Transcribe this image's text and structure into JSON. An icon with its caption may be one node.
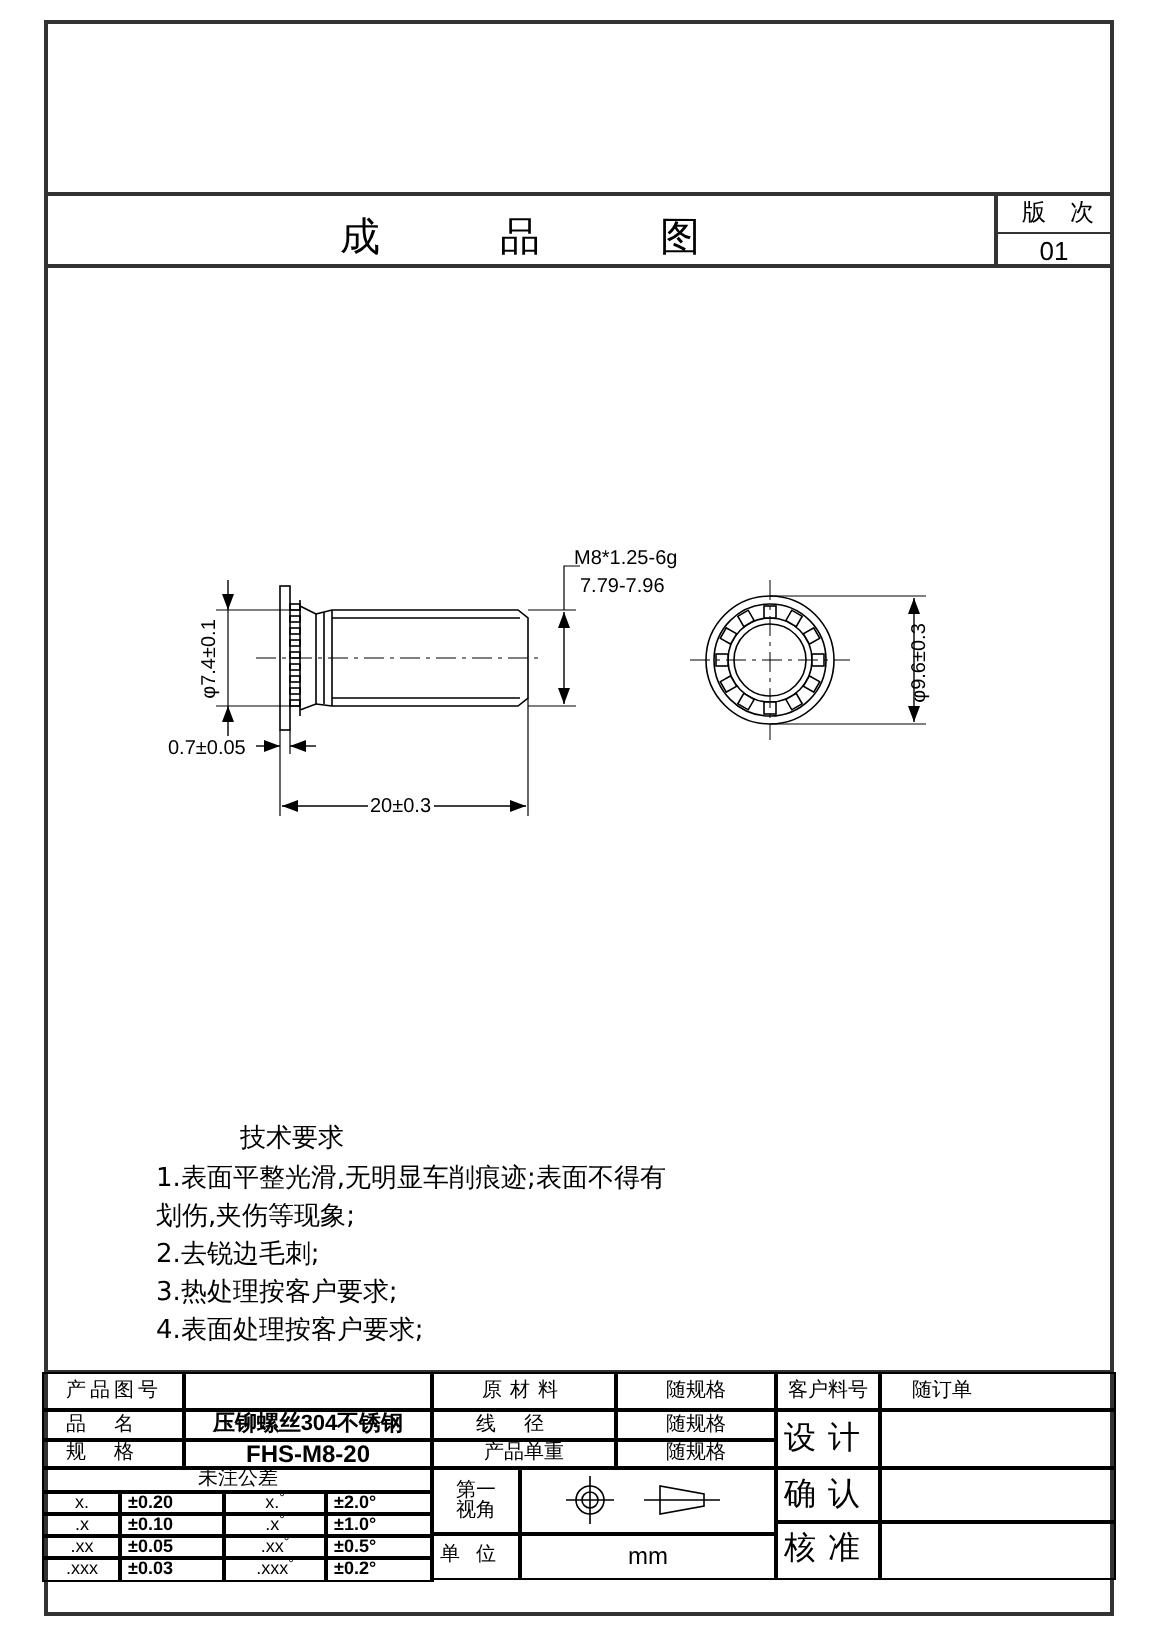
{
  "diagram": {
    "title": "成品图",
    "labels": [
      "版次",
      "01",
      "M8*1.25-6g",
      "7.79-7.96",
      "φ7.4±0.1",
      "φ9.6±0.3",
      "0.7±0.05",
      "20±0.3",
      "技术要求",
      "1.表面平整光滑,无明显车削痕迹;表面不得有划伤,夹伤等现象;",
      "2.去锐边毛刺;",
      "3.热处理按客户要求;",
      "4.表面处理按客户要求;",
      "产品图号",
      "原材料",
      "随规格",
      "客户料号",
      "随订单",
      "品名",
      "压铆螺丝304不锈钢",
      "线径",
      "随规格",
      "设计",
      "规格",
      "FHS-M8-20",
      "产品单重",
      "随规格",
      "未注公差",
      "第一视角",
      "确认",
      "x.",
      "±0.20",
      "x.$^{°}$",
      "±2.0°",
      ".x",
      "±0.10",
      ".x$^{°}$",
      "±1.0°",
      ".xx",
      "±0.05",
      ".xx$^{°}$",
      "±0.5°",
      ".xxx",
      "±0.03",
      ".xxx$^{°}$",
      "±0.2°",
      "单位",
      "mm",
      "核准"
    ]
  }
}
